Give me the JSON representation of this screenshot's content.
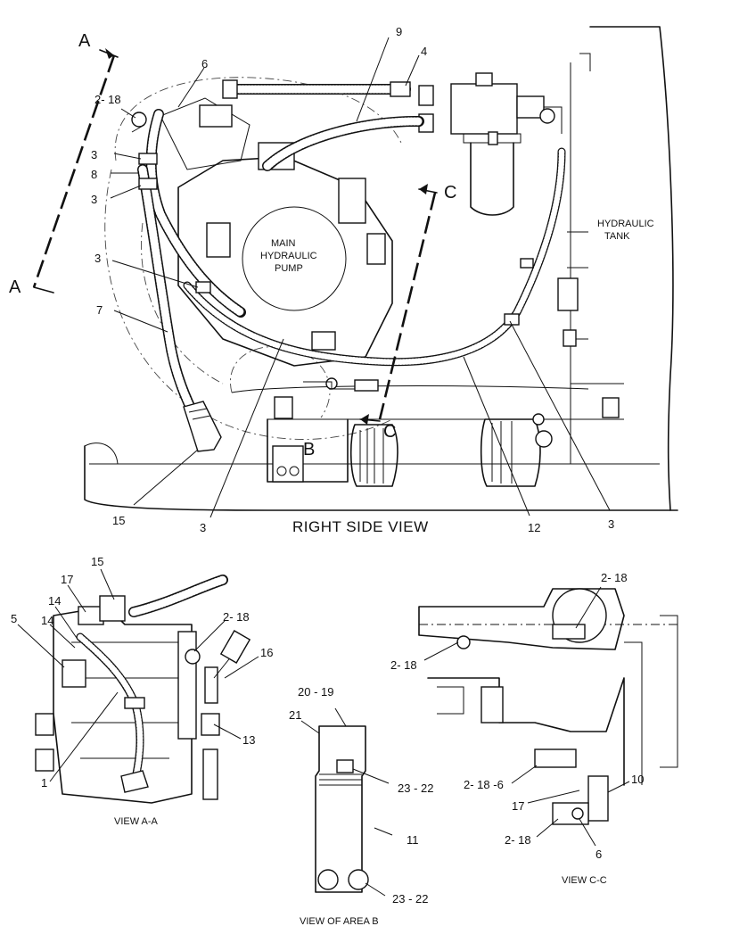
{
  "main_view": {
    "title": "RIGHT SIDE VIEW",
    "pump_label": [
      "MAIN",
      "HYDRAULIC",
      "PUMP"
    ],
    "tank_label": [
      "HYDRAULIC",
      "TANK"
    ],
    "area_letter": "B",
    "section_letters": {
      "a_top": "A",
      "a_bottom": "A",
      "c_top": "C",
      "c_bottom": "C"
    },
    "callouts": {
      "c9": "9",
      "c4": "4",
      "c6": "6",
      "c2_18": "2- 18",
      "c3a": "3",
      "c8": "8",
      "c3b": "3",
      "c3c": "3",
      "c7": "7",
      "c15": "15",
      "c3d": "3",
      "c12": "12",
      "c3e": "3"
    }
  },
  "view_aa": {
    "caption": "VIEW A-A",
    "callouts": {
      "c15": "15",
      "c17": "17",
      "c14a": "14",
      "c5": "5",
      "c14b": "14",
      "c2_18": "2- 18",
      "c16": "16",
      "c13": "13",
      "c1": "1"
    }
  },
  "view_b": {
    "caption": "VIEW OF AREA B",
    "callouts": {
      "c20_19": "20 - 19",
      "c21": "21",
      "c23_22a": "23 - 22",
      "c11": "11",
      "c23_22b": "23 - 22"
    }
  },
  "view_cc": {
    "caption": "VIEW C-C",
    "callouts": {
      "c2_18a": "2- 18",
      "c2_18b": "2- 18",
      "c2_18_6": "2- 18 -6",
      "c10": "10",
      "c17": "17",
      "c2_18c": "2- 18",
      "c6": "6"
    }
  }
}
